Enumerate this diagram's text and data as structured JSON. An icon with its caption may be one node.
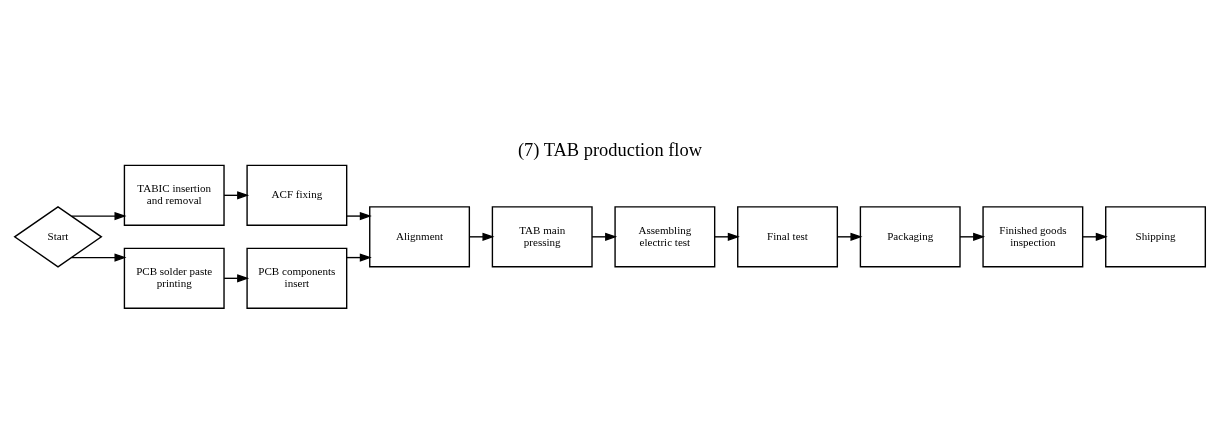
{
  "diagram": {
    "title": "(7) TAB production flow",
    "nodes": [
      {
        "text": [
          "Start"
        ]
      },
      {
        "text": [
          "TABIC insertion and removal"
        ]
      },
      {
        "text": [
          "ACF fixing"
        ]
      },
      {
        "text": [
          "PCB solder paste printing"
        ]
      },
      {
        "text": [
          "PCB components insert"
        ]
      },
      {
        "text": [
          "Alignment"
        ]
      },
      {
        "text": [
          "TAB main pressing"
        ]
      },
      {
        "text": [
          "Assembling electric test"
        ]
      },
      {
        "text": [
          "Final test"
        ]
      },
      {
        "text": [
          "Packaging"
        ]
      },
      {
        "text": [
          "Finished goods inspection"
        ]
      },
      {
        "text": [
          "Shipping"
        ]
      }
    ],
    "edges": [
      {
        "from": 0,
        "to": 1,
        "arrow": "to"
      },
      {
        "from": 0,
        "to": 3,
        "arrow": "to"
      },
      {
        "from": 1,
        "to": 2,
        "arrow": "to"
      },
      {
        "from": 3,
        "to": 4,
        "arrow": "to"
      },
      {
        "from": 2,
        "to": 5,
        "arrow": "to"
      },
      {
        "from": 4,
        "to": 5,
        "arrow": "to"
      },
      {
        "from": 5,
        "to": 6,
        "arrow": "to"
      },
      {
        "from": 6,
        "to": 7,
        "arrow": "to"
      },
      {
        "from": 7,
        "to": 8,
        "arrow": "to"
      },
      {
        "from": 8,
        "to": 9,
        "arrow": "to"
      },
      {
        "from": 9,
        "to": 10,
        "arrow": "to"
      },
      {
        "from": 10,
        "to": 11,
        "arrow": "to"
      }
    ]
  }
}
